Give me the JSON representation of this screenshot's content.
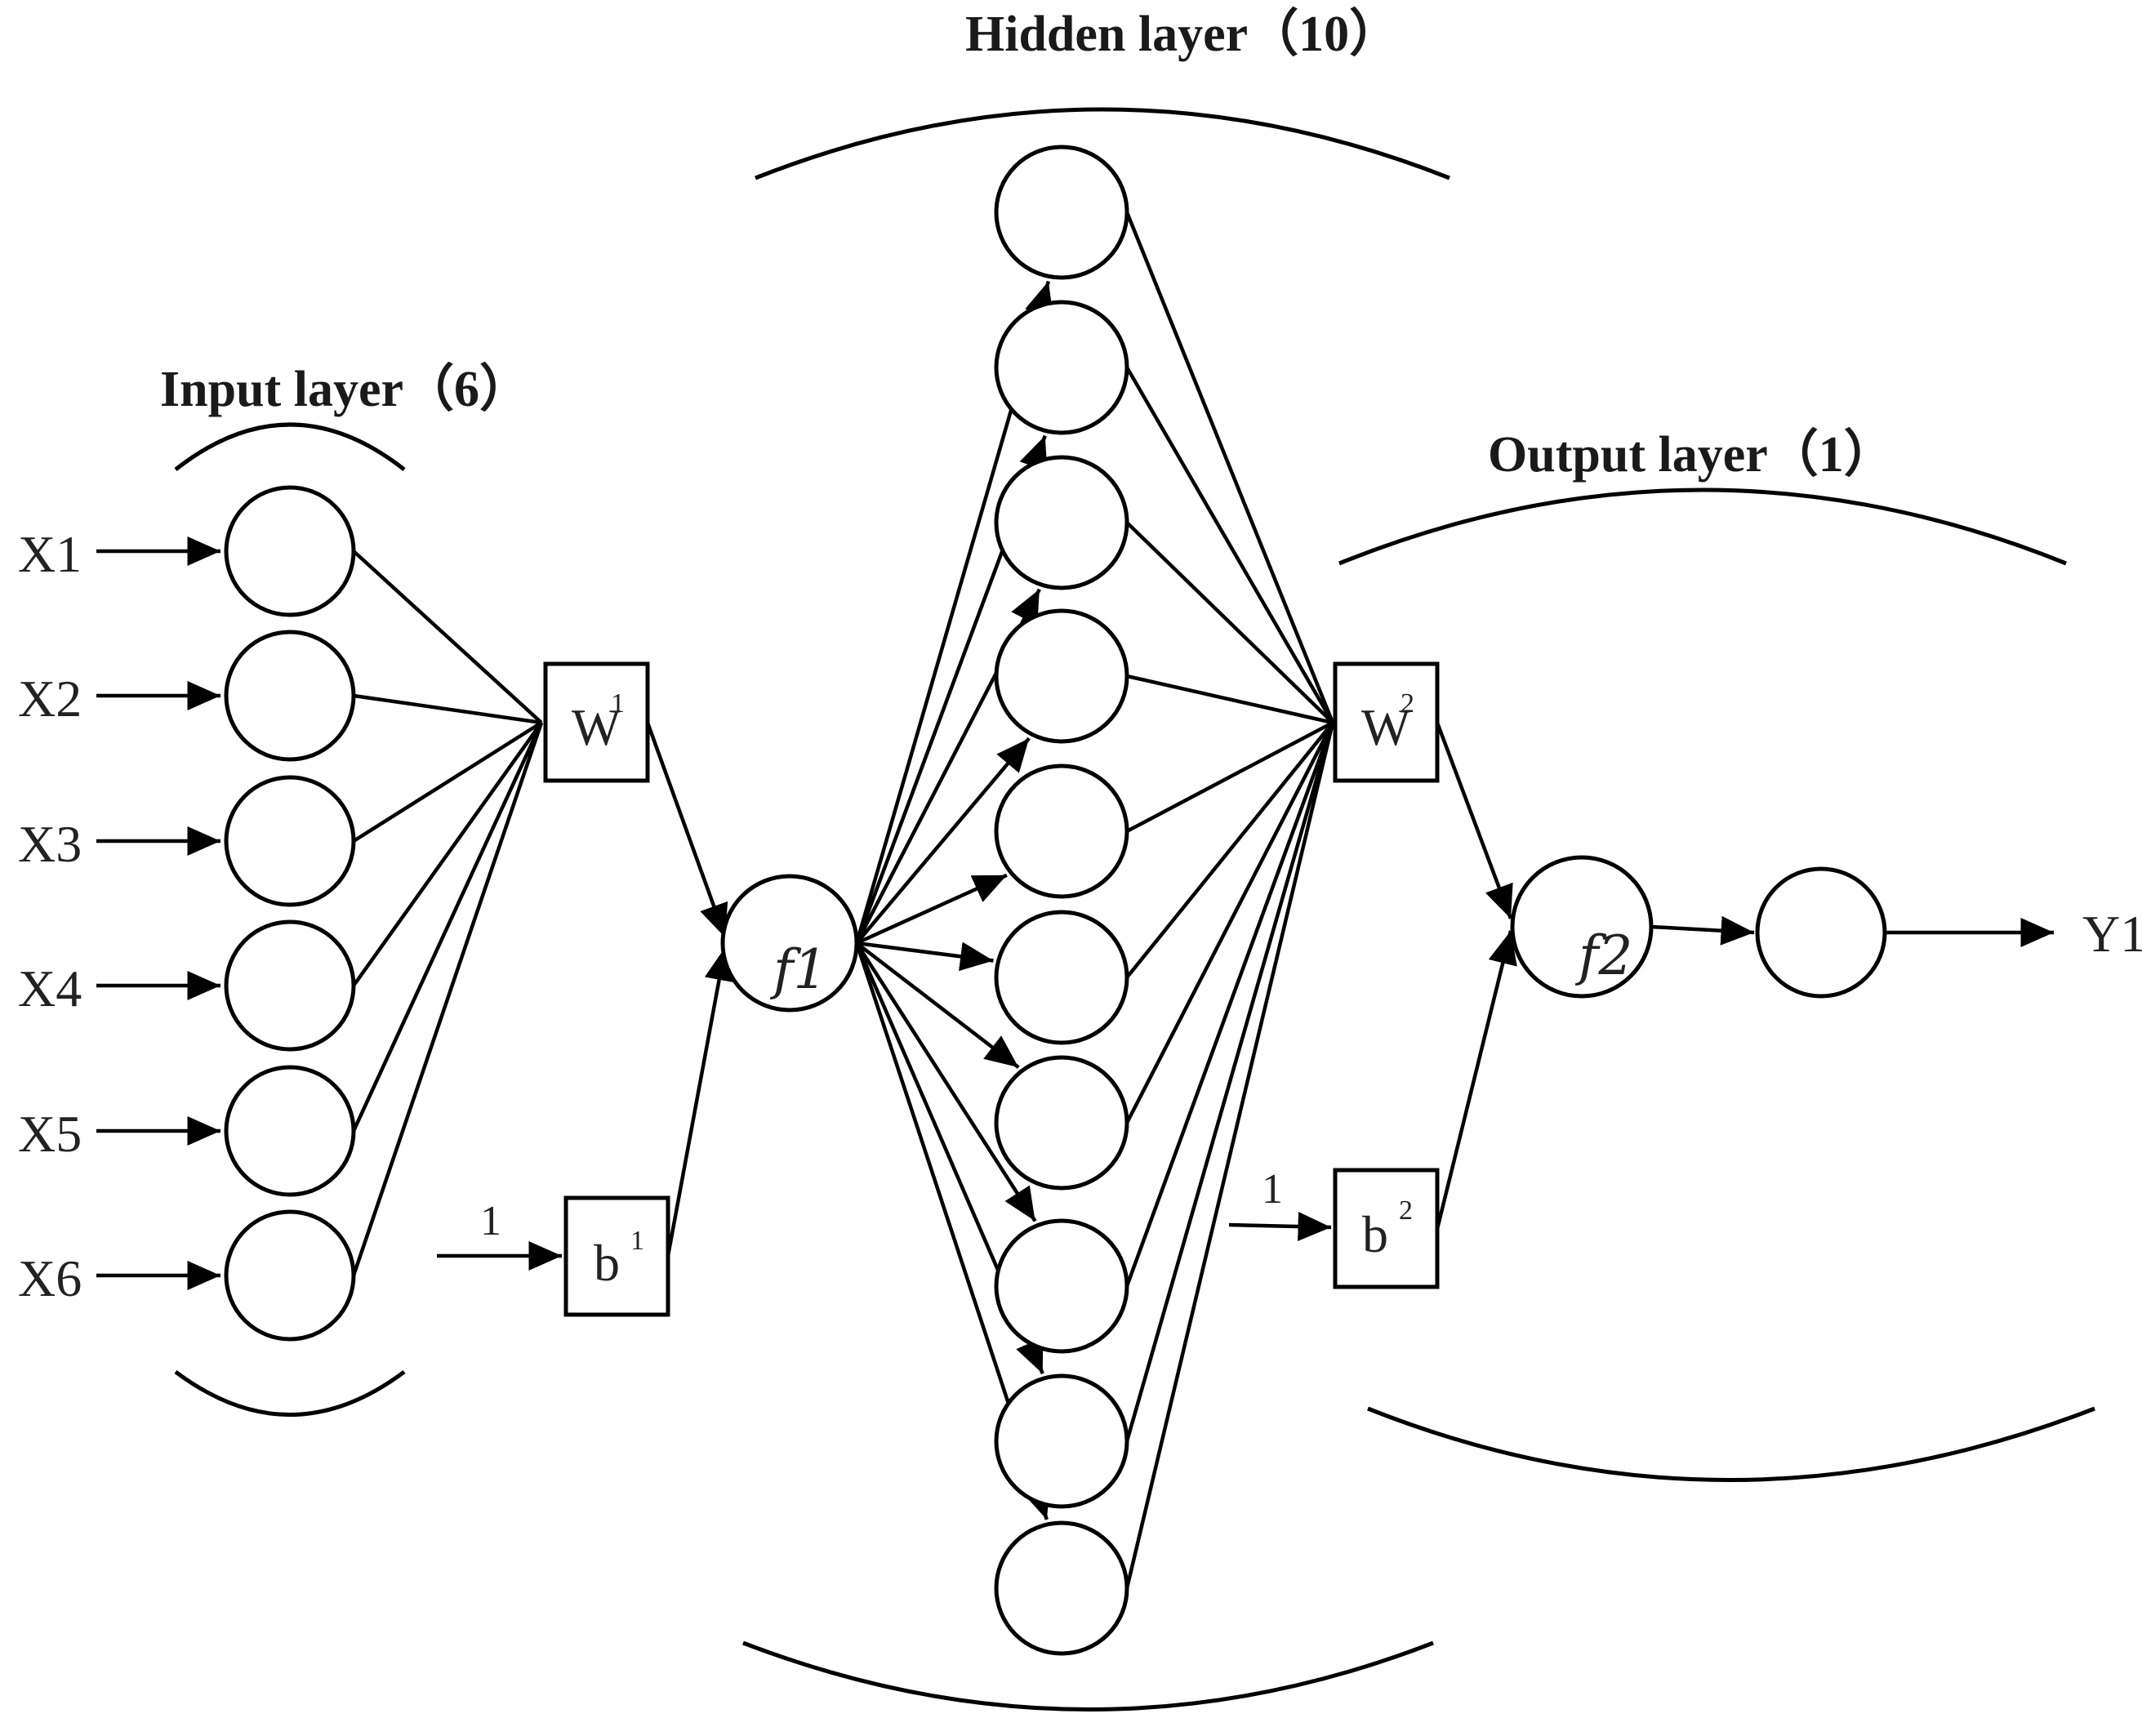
{
  "layers": {
    "input_title": "Input layer（6）",
    "hidden_title": "Hidden layer（10）",
    "output_title": "Output layer（1）"
  },
  "inputs": [
    "X1",
    "X2",
    "X3",
    "X4",
    "X5",
    "X6"
  ],
  "output": "Y1",
  "weights": {
    "w1_base": "W",
    "w1_sup": "1",
    "w2_base": "W",
    "w2_sup": "2"
  },
  "biases": {
    "b1_base": "b",
    "b1_sup": "1",
    "b2_base": "b",
    "b2_sup": "2",
    "b1_input": "1",
    "b2_input": "1"
  },
  "activations": {
    "f1": "f1",
    "f2": "f2"
  },
  "counts": {
    "input_nodes": 6,
    "hidden_nodes": 10,
    "output_nodes": 1
  }
}
